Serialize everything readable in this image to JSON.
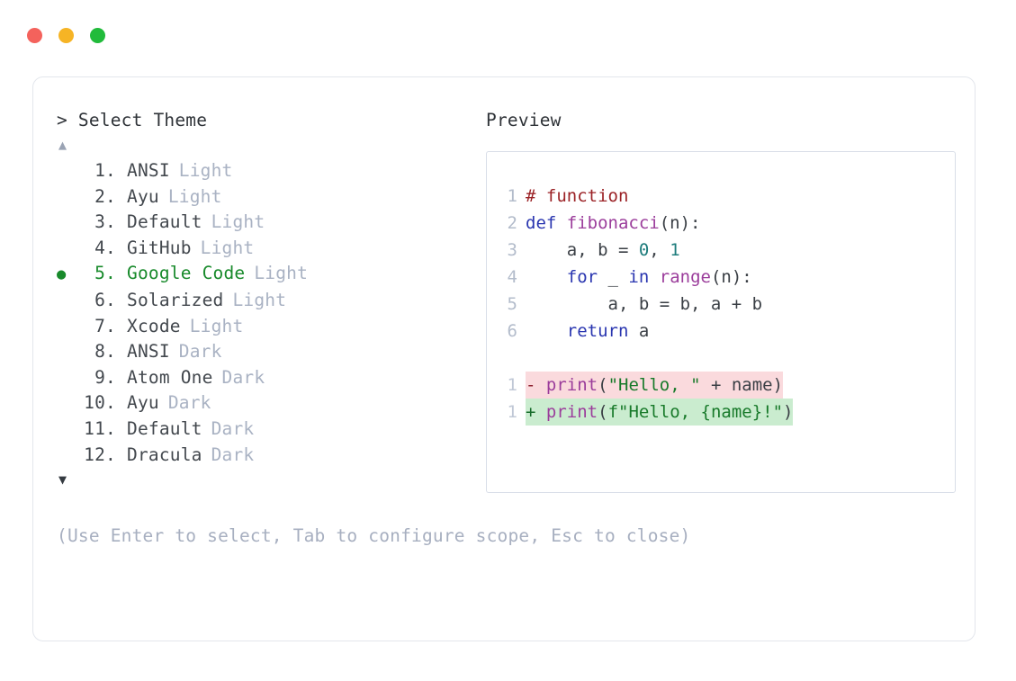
{
  "window": {
    "controls": [
      {
        "name": "close",
        "color": "#f4625c"
      },
      {
        "name": "minimize",
        "color": "#f6b425"
      },
      {
        "name": "maximize",
        "color": "#21bb3b"
      }
    ]
  },
  "prompt": {
    "caret": ">",
    "title": "Select Theme"
  },
  "scroll": {
    "up_glyph": "▲",
    "down_glyph": "▼"
  },
  "themes": {
    "selected_index": 5,
    "selected_marker": "●",
    "items": [
      {
        "index": "1.",
        "name": "ANSI",
        "variant": "Light",
        "selected": false
      },
      {
        "index": "2.",
        "name": "Ayu",
        "variant": "Light",
        "selected": false
      },
      {
        "index": "3.",
        "name": "Default",
        "variant": "Light",
        "selected": false
      },
      {
        "index": "4.",
        "name": "GitHub",
        "variant": "Light",
        "selected": false
      },
      {
        "index": "5.",
        "name": "Google Code",
        "variant": "Light",
        "selected": true
      },
      {
        "index": "6.",
        "name": "Solarized",
        "variant": "Light",
        "selected": false
      },
      {
        "index": "7.",
        "name": "Xcode",
        "variant": "Light",
        "selected": false
      },
      {
        "index": "8.",
        "name": "ANSI",
        "variant": "Dark",
        "selected": false
      },
      {
        "index": "9.",
        "name": "Atom One",
        "variant": "Dark",
        "selected": false
      },
      {
        "index": "10.",
        "name": "Ayu",
        "variant": "Dark",
        "selected": false
      },
      {
        "index": "11.",
        "name": "Default",
        "variant": "Dark",
        "selected": false
      },
      {
        "index": "12.",
        "name": "Dracula",
        "variant": "Dark",
        "selected": false
      }
    ]
  },
  "hint": "(Use Enter to select, Tab to configure scope, Esc to close)",
  "preview": {
    "label": "Preview",
    "code_lines": [
      {
        "ln": "1",
        "tokens": [
          {
            "t": "# function",
            "c": "comment"
          }
        ]
      },
      {
        "ln": "2",
        "tokens": [
          {
            "t": "def ",
            "c": "kw"
          },
          {
            "t": "fibonacci",
            "c": "fn"
          },
          {
            "t": "(n):",
            "c": "punct"
          }
        ]
      },
      {
        "ln": "3",
        "tokens": [
          {
            "t": "    a, b = ",
            "c": "plain"
          },
          {
            "t": "0",
            "c": "num"
          },
          {
            "t": ", ",
            "c": "plain"
          },
          {
            "t": "1",
            "c": "num"
          }
        ]
      },
      {
        "ln": "4",
        "tokens": [
          {
            "t": "    ",
            "c": "plain"
          },
          {
            "t": "for",
            "c": "kw"
          },
          {
            "t": " _ ",
            "c": "plain"
          },
          {
            "t": "in",
            "c": "kw"
          },
          {
            "t": " ",
            "c": "plain"
          },
          {
            "t": "range",
            "c": "fn"
          },
          {
            "t": "(n):",
            "c": "punct"
          }
        ]
      },
      {
        "ln": "5",
        "tokens": [
          {
            "t": "        a, b = b, a + b",
            "c": "plain"
          }
        ]
      },
      {
        "ln": "6",
        "tokens": [
          {
            "t": "    ",
            "c": "plain"
          },
          {
            "t": "return",
            "c": "kw"
          },
          {
            "t": " a",
            "c": "plain"
          }
        ]
      }
    ],
    "diff_lines": [
      {
        "ln": "1",
        "kind": "del",
        "sign": "-",
        "tokens": [
          {
            "t": "print",
            "c": "fn"
          },
          {
            "t": "(",
            "c": "punct"
          },
          {
            "t": "\"Hello, \"",
            "c": "str"
          },
          {
            "t": " + name)",
            "c": "plain"
          }
        ]
      },
      {
        "ln": "1",
        "kind": "add",
        "sign": "+",
        "tokens": [
          {
            "t": "print",
            "c": "fn"
          },
          {
            "t": "(",
            "c": "punct"
          },
          {
            "t": "f\"Hello, {name}!\"",
            "c": "str"
          },
          {
            "t": ")",
            "c": "punct"
          }
        ]
      }
    ]
  },
  "colors": {
    "accent_green": "#188a2b",
    "muted": "#a9b2c3",
    "text": "#43484e",
    "diff_del_bg": "#fadadd",
    "diff_add_bg": "#caeccf",
    "card_border": "#e3e6ec",
    "preview_border": "#d9dee8"
  }
}
